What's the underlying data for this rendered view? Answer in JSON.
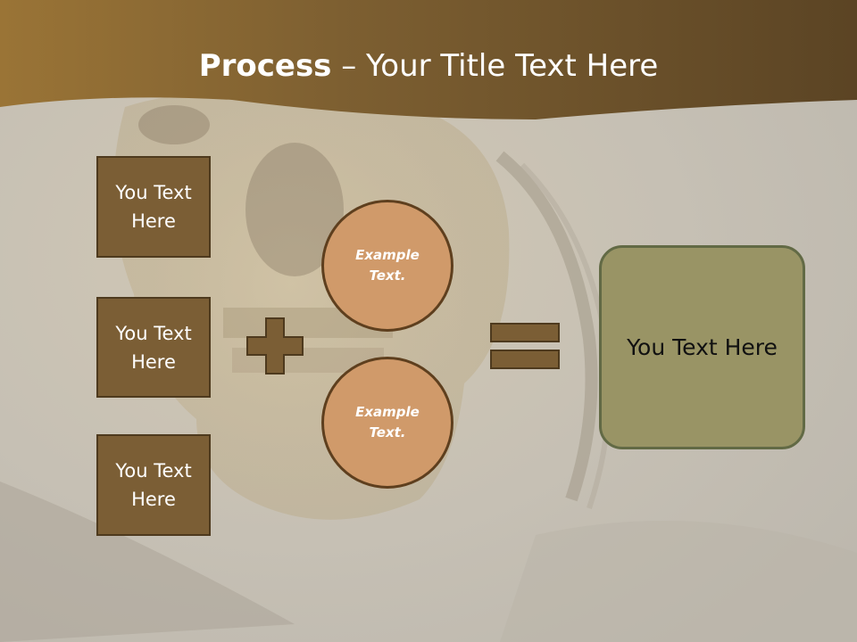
{
  "slide": {
    "title_bold": "Process",
    "title_rest": " – Your Title Text Here",
    "left_boxes": [
      {
        "label": "You Text Here"
      },
      {
        "label": "You Text Here"
      },
      {
        "label": "You Text Here"
      }
    ],
    "circles": [
      {
        "label": "Example Text."
      },
      {
        "label": "Example Text."
      }
    ],
    "result_label": "You Text Here",
    "operators": {
      "plus": "plus-icon",
      "equals": "equals-icon"
    }
  },
  "colors": {
    "header": "#7a5a2c",
    "box_fill": "#7b5e35",
    "circle_fill": "#d09a6a",
    "result_fill": "#999465",
    "operator_fill": "#7b5e35"
  }
}
